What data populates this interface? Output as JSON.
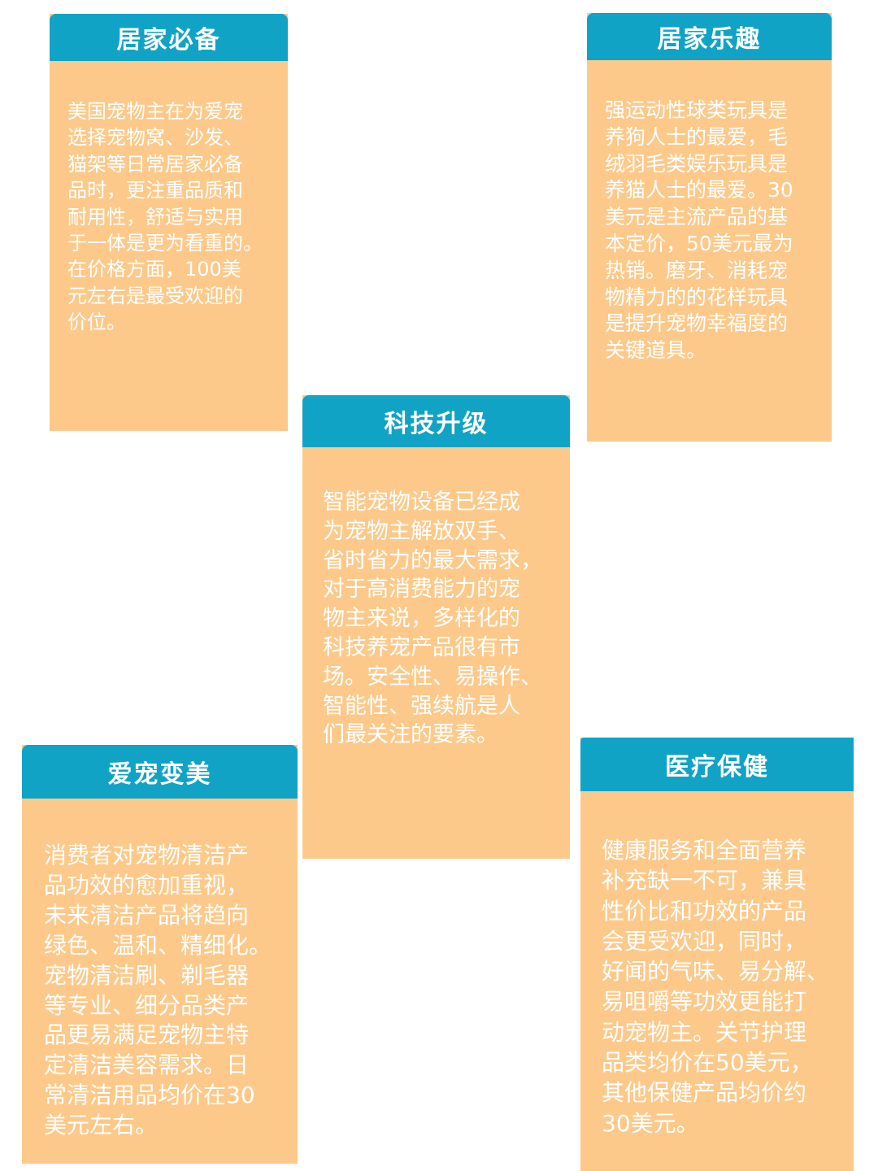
{
  "cards": [
    {
      "title": "居家必备",
      "body": "美国宠物主在为爱宠\n选择宠物窝、沙发、\n猫架等日常居家必备\n品时，更注重品质和\n耐用性，舒适与实用\n于一体是更为看重的。\n在价格方面，100美\n元左右是最受欢迎的\n价位。"
    },
    {
      "title": "居家乐趣",
      "body": "强运动性球类玩具是\n养狗人士的最爱，毛\n绒羽毛类娱乐玩具是\n养猫人士的最爱。30\n美元是主流产品的基\n本定价，50美元最为\n热销。磨牙、消耗宠\n物精力的的花样玩具\n是提升宠物幸福度的\n关键道具。"
    },
    {
      "title": "科技升级",
      "body": "智能宠物设备已经成\n为宠物主解放双手、\n省时省力的最大需求，\n对于高消费能力的宠\n物主来说，多样化的\n科技养宠产品很有市\n场。安全性、易操作、\n智能性、强续航是人\n们最关注的要素。"
    },
    {
      "title": "爱宠变美",
      "body": "消费者对宠物清洁产\n品功效的愈加重视，\n未来清洁产品将趋向\n绿色、温和、精细化。\n宠物清洁刷、剃毛器\n等专业、细分品类产\n品更易满足宠物主特\n定清洁美容需求。日\n常清洁用品均价在30\n美元左右。"
    },
    {
      "title": "医疗保健",
      "body": "健康服务和全面营养\n补充缺一不可，兼具\n性价比和功效的产品\n会更受欢迎，同时，\n好闻的气味、易分解、\n易咀嚼等功效更能打\n动宠物主。关节护理\n品类均价在50美元，\n其他保健产品均价约\n30美元。"
    }
  ]
}
